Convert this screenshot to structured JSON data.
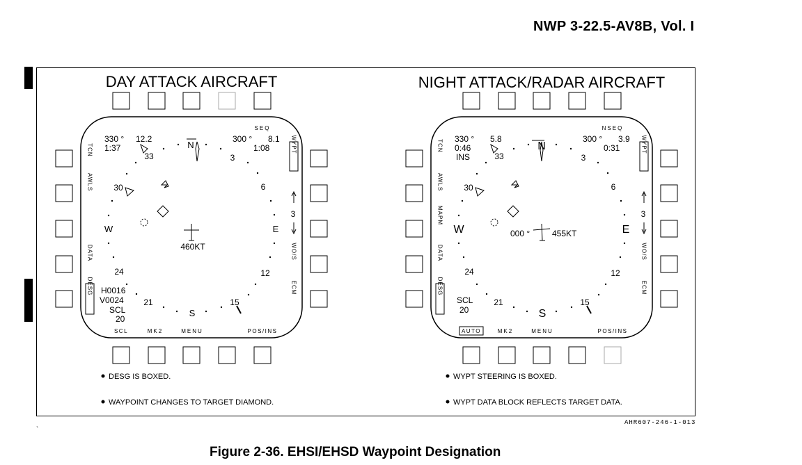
{
  "header": {
    "doc_id": "NWP  3-22.5-AV8B, Vol. I"
  },
  "caption": "Figure 2-36. EHSI/EHSD Waypoint Designation",
  "ref_code": "AHR607-246-1-013",
  "footnote_mark": "`",
  "left": {
    "title": "DAY ATTACK AIRCRAFT",
    "top_option": "SEQ",
    "bottom_options": [
      "SCL",
      "MK2",
      "MENU",
      "POS/INS"
    ],
    "left_options": [
      "TCN",
      "AWLS",
      "",
      "DATA",
      "DESG"
    ],
    "right_options": [
      "WYPT",
      "",
      "",
      "WO/S",
      "ECM"
    ],
    "wp_brg": "330 °",
    "wp_dist": "12.2",
    "wp_time": "1:37",
    "tgt_brg": "300 °",
    "tgt_dist": "8.1",
    "tgt_time": "1:08",
    "heading_marks": [
      "N",
      "3",
      "6",
      "E",
      "12",
      "15",
      "S",
      "21",
      "24",
      "W",
      "30",
      "33"
    ],
    "speed": "460KT",
    "data_block": [
      "H0016",
      "V0024",
      "SCL",
      "20"
    ],
    "arrow_value": "3",
    "notes": [
      "DESG IS BOXED.",
      "WAYPOINT CHANGES TO TARGET DIAMOND."
    ]
  },
  "right": {
    "title": "NIGHT ATTACK/RADAR AIRCRAFT",
    "top_option": "NSEQ",
    "bottom_options": [
      "AUTO",
      "MK2",
      "MENU",
      "POS/INS"
    ],
    "left_options": [
      "TCN",
      "AWLS",
      "MAPM",
      "DATA",
      "DESG"
    ],
    "right_options": [
      "WYPT",
      "",
      "",
      "WO/S",
      "ECM"
    ],
    "wp_brg": "330 °",
    "wp_dist": "5.8",
    "wp_time": "0:46",
    "wp_src": "INS",
    "tgt_brg": "300 °",
    "tgt_dist": "3.9",
    "tgt_time": "0:31",
    "heading_marks": [
      "N",
      "3",
      "6",
      "E",
      "12",
      "15",
      "S",
      "21",
      "24",
      "W",
      "30",
      "33"
    ],
    "heading_readout": "000 °",
    "speed": "455KT",
    "data_block": [
      "SCL",
      "20"
    ],
    "arrow_value": "3",
    "notes": [
      "WYPT STEERING IS BOXED.",
      "WYPT DATA BLOCK REFLECTS TARGET DATA."
    ]
  }
}
